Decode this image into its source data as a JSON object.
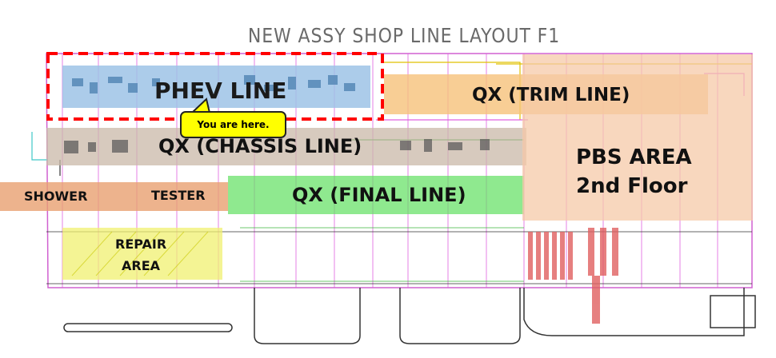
{
  "title": "NEW ASSY SHOP LINE LAYOUT F1",
  "zones": {
    "phev": "PHEV LINE",
    "trim": "QX (TRIM LINE)",
    "chassis": "QX (CHASSIS LINE)",
    "final": "QX (FINAL LINE)",
    "pbs_line1": "PBS AREA",
    "pbs_line2": "2nd Floor",
    "shower": "SHOWER",
    "tester": "TESTER",
    "repair_line1": "REPAIR",
    "repair_line2": "AREA"
  },
  "callout": "You are here.",
  "colors": {
    "phev_fill": "#9dc3e6",
    "trim_fill": "#f6c27a",
    "chassis_fill": "#c9b8a8",
    "final_fill": "#5fe05f",
    "pbs_fill": "#f6c9a8",
    "shower_fill": "#e8a070",
    "repair_fill": "#f0f070",
    "callout_fill": "#ffff00",
    "highlight_dash": "#ff0000"
  }
}
